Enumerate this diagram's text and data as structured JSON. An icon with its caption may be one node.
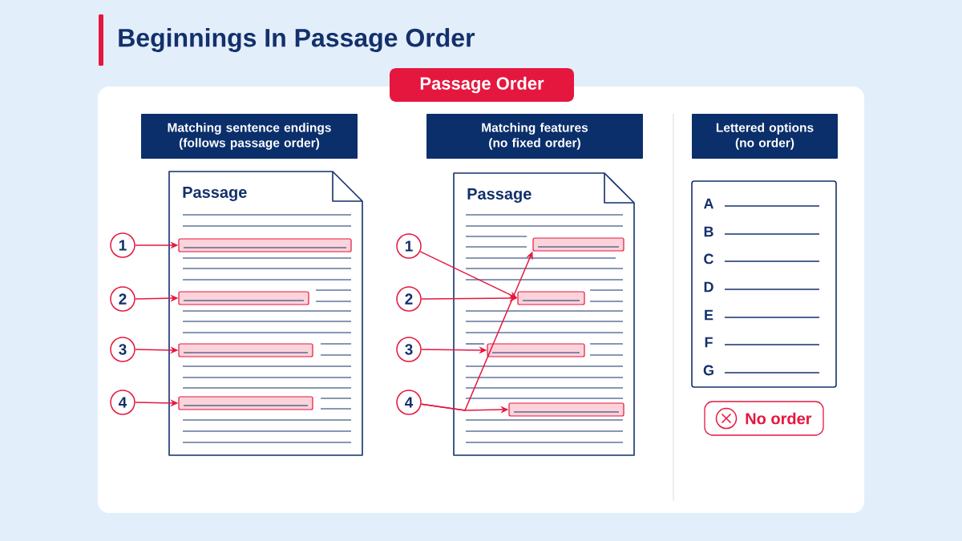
{
  "diagram": {
    "title": "Beginnings In Passage Order",
    "nodes": [
      {
        "text": [
          "Passage Order"
        ]
      },
      {
        "text": [
          "Matching sentence endings (follows passage order)"
        ]
      },
      {
        "text": [
          "Passage"
        ]
      },
      {
        "text": [
          "1"
        ]
      },
      {
        "text": [
          "2"
        ]
      },
      {
        "text": [
          "3"
        ]
      },
      {
        "text": [
          "4"
        ]
      },
      {
        "text": [],
        "shape": "bar",
        "in": 2
      },
      {
        "text": [],
        "shape": "bar",
        "in": 2
      },
      {
        "text": [],
        "shape": "bar",
        "in": 2
      },
      {
        "text": [],
        "shape": "bar",
        "in": 2
      },
      {
        "text": [
          "Matching features (no fixed order)"
        ]
      },
      {
        "text": [
          "Passage"
        ]
      },
      {
        "text": [
          "1"
        ]
      },
      {
        "text": [
          "2"
        ]
      },
      {
        "text": [
          "3"
        ]
      },
      {
        "text": [
          "4"
        ]
      },
      {
        "text": [],
        "shape": "bar",
        "in": 12
      },
      {
        "text": [],
        "shape": "bar",
        "in": 12
      },
      {
        "text": [],
        "shape": "bar",
        "in": 12
      },
      {
        "text": [],
        "shape": "bar",
        "in": 12
      },
      {
        "text": [
          "Lettered options (no order)"
        ]
      },
      {
        "text": [
          "A",
          "B",
          "C",
          "D",
          "E",
          "F",
          "G"
        ]
      },
      {
        "text": [
          "No order"
        ]
      }
    ],
    "edges": [
      {
        "from": 3,
        "to": 7,
        "arrow": "to"
      },
      {
        "from": 4,
        "to": 8,
        "arrow": "to"
      },
      {
        "from": 5,
        "to": 9,
        "arrow": "to"
      },
      {
        "from": 6,
        "to": 10,
        "arrow": "to"
      },
      {
        "from": 13,
        "to": 18,
        "arrow": "to"
      },
      {
        "from": 14,
        "to": 18,
        "arrow": "to"
      },
      {
        "from": 15,
        "to": 19,
        "arrow": "to"
      },
      {
        "from": 16,
        "to": 20,
        "arrow": "to"
      },
      {
        "from": 16,
        "to": 17,
        "arrow": "to"
      }
    ]
  }
}
